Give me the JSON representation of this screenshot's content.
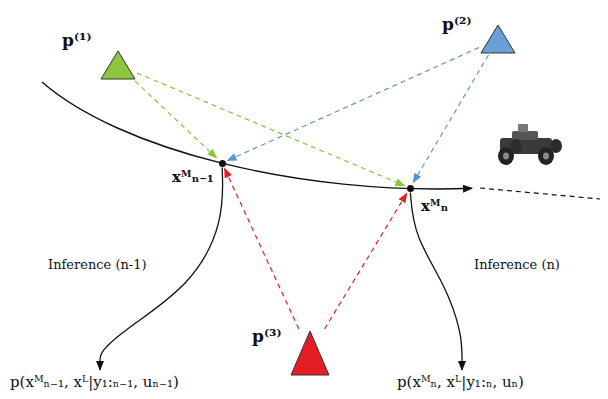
{
  "diagram": {
    "nodes": [
      {
        "text": [
          "p⁽¹⁾"
        ]
      },
      {
        "text": [
          "p⁽²⁾"
        ]
      },
      {
        "text": [
          "xᴹₙ₋₁"
        ]
      },
      {
        "text": [
          "xᴹₙ"
        ]
      },
      {
        "text": [
          "p⁽³⁾"
        ]
      },
      {
        "text": [
          "p(xᴹₙ₋₁, xᴸ|y₁:ₙ₋₁, uₙ₋₁)"
        ]
      },
      {
        "text": [
          "p(xᴹₙ, xᴸ|y₁:ₙ, uₙ)"
        ]
      }
    ],
    "edges": [
      {
        "from": 0,
        "to": 2,
        "arrow": "to"
      },
      {
        "from": 0,
        "to": 3,
        "arrow": "to"
      },
      {
        "from": 1,
        "to": 2,
        "arrow": "to"
      },
      {
        "from": 1,
        "to": 3,
        "arrow": "to"
      },
      {
        "from": 4,
        "to": 2,
        "arrow": "to"
      },
      {
        "from": 4,
        "to": 3,
        "arrow": "to"
      },
      {
        "from": 2,
        "to": 5,
        "label": "Inference (n-1)",
        "arrow": "to"
      },
      {
        "from": 3,
        "to": 6,
        "label": "Inference (n)",
        "arrow": "to"
      }
    ]
  }
}
